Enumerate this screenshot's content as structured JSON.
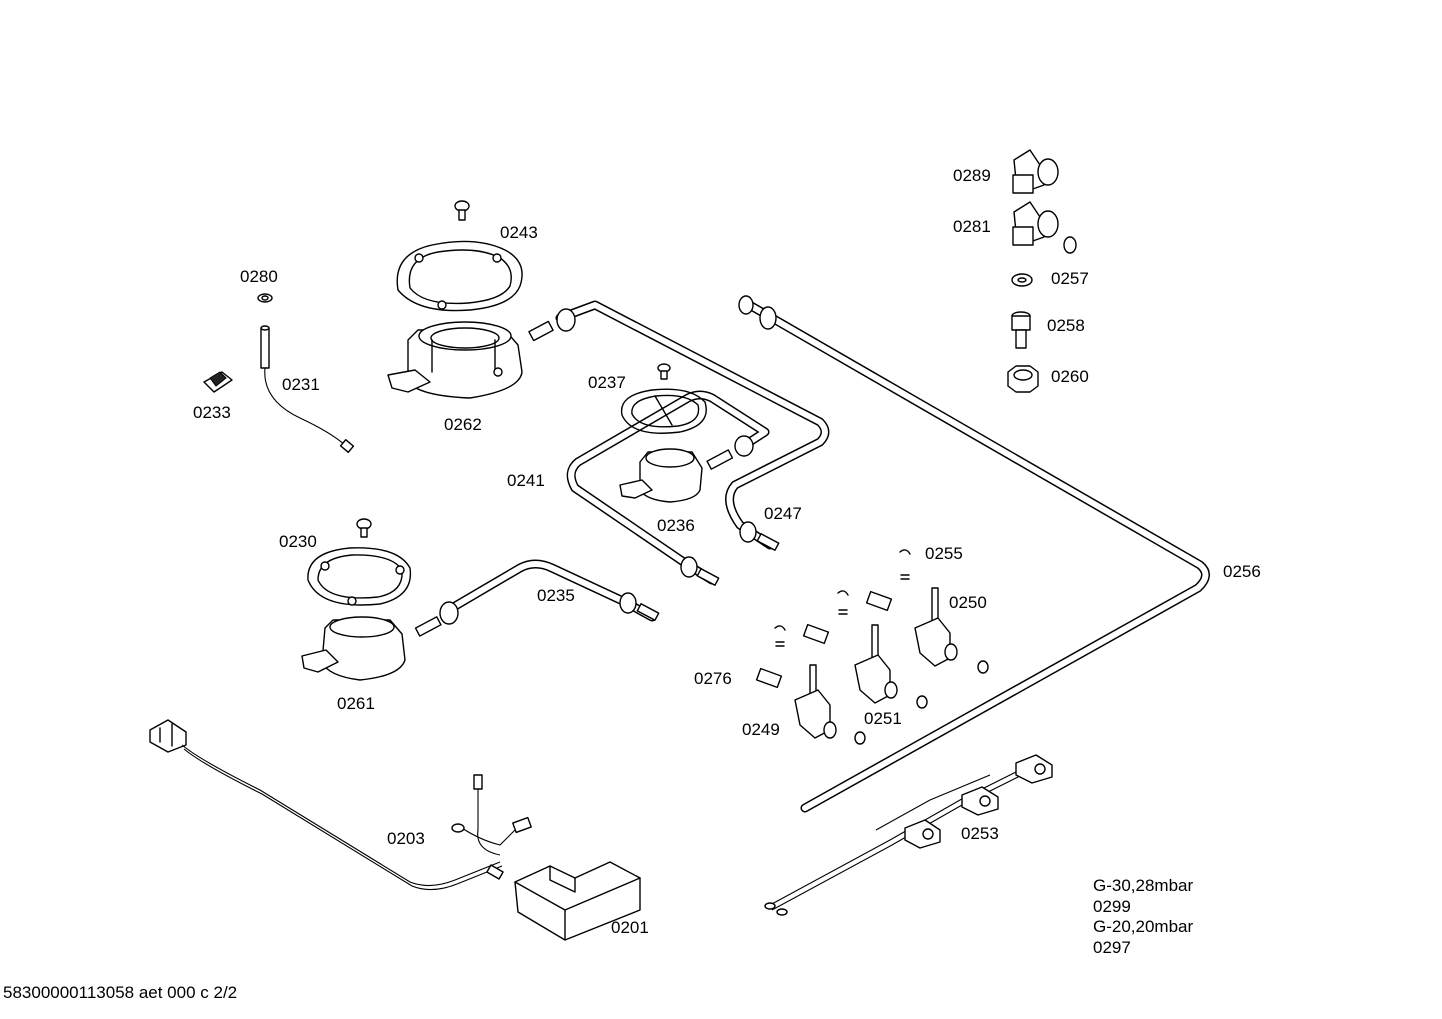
{
  "parts": [
    {
      "id": "p0289",
      "label": "0289"
    },
    {
      "id": "p0281",
      "label": "0281"
    },
    {
      "id": "p0257",
      "label": "0257"
    },
    {
      "id": "p0258",
      "label": "0258"
    },
    {
      "id": "p0260",
      "label": "0260"
    },
    {
      "id": "p0243",
      "label": "0243"
    },
    {
      "id": "p0280",
      "label": "0280"
    },
    {
      "id": "p0231",
      "label": "0231"
    },
    {
      "id": "p0233",
      "label": "0233"
    },
    {
      "id": "p0262",
      "label": "0262"
    },
    {
      "id": "p0237",
      "label": "0237"
    },
    {
      "id": "p0241",
      "label": "0241"
    },
    {
      "id": "p0236",
      "label": "0236"
    },
    {
      "id": "p0247",
      "label": "0247"
    },
    {
      "id": "p0230",
      "label": "0230"
    },
    {
      "id": "p0235",
      "label": "0235"
    },
    {
      "id": "p0261",
      "label": "0261"
    },
    {
      "id": "p0255",
      "label": "0255"
    },
    {
      "id": "p0250",
      "label": "0250"
    },
    {
      "id": "p0256",
      "label": "0256"
    },
    {
      "id": "p0276",
      "label": "0276"
    },
    {
      "id": "p0251",
      "label": "0251"
    },
    {
      "id": "p0249",
      "label": "0249"
    },
    {
      "id": "p0203",
      "label": "0203"
    },
    {
      "id": "p0253",
      "label": "0253"
    },
    {
      "id": "p0201",
      "label": "0201"
    }
  ],
  "notes": [
    "G-30,28mbar",
    "0299",
    "G-20,20mbar",
    "0297"
  ],
  "footer": "58300000113058 aet 000 c 2/2"
}
